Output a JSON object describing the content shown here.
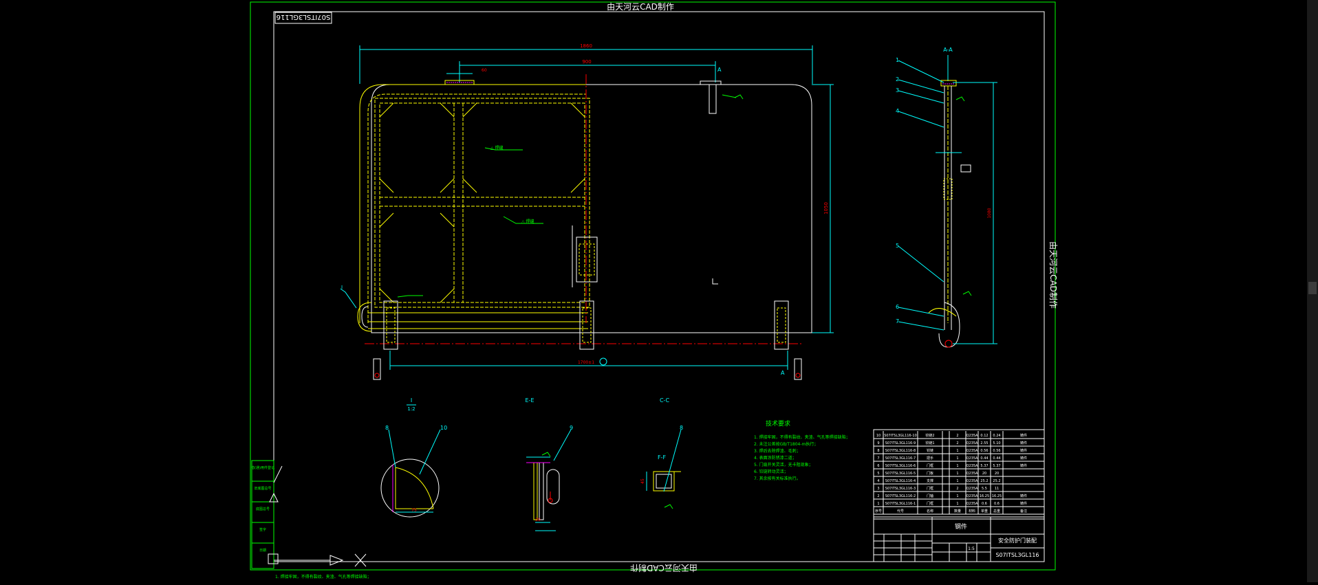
{
  "colors": {
    "background": "#000000",
    "border": "#00ff00",
    "outline": "#ffffff",
    "part": "#ffff00",
    "dimension": "#00ffff",
    "centerline": "#ff0000",
    "weld": "#ff00ff",
    "note": "#00ff00"
  },
  "watermark": {
    "top": "由天河云CAD制作",
    "bottom": "由天河云CAD制作",
    "right": "由天河云CAD制作"
  },
  "title_stamp": "S07ITSL3GL116",
  "views": {
    "main": {
      "label_a": "A",
      "label_b": "A"
    },
    "section_aa": {
      "label": "A-A",
      "balloons": [
        "1",
        "2",
        "3",
        "4",
        "5",
        "6",
        "7"
      ]
    },
    "detail_i": {
      "label": "I",
      "scale": "1:2",
      "balloons": [
        "8",
        "10"
      ]
    },
    "section_ee": {
      "label": "E-E",
      "balloons": [
        "9"
      ]
    },
    "section_cc": {
      "label": "C-C",
      "sub_label": "F-F",
      "balloons": [
        "8"
      ]
    }
  },
  "notes": {
    "title": "技术要求",
    "lines": [
      "1. 焊接牢固，不得有裂纹、夹渣、气孔等焊接缺陷；",
      "2. 未注公差按GB/T1804-m执行；",
      "3. 焊后去除焊渣、毛刺；",
      "4. 表面涂防锈漆二道；",
      "5. 门扇开关灵活，无卡阻现象；",
      "6. 铰链转动灵活；",
      "7. 其余按有关标准执行。"
    ]
  },
  "bom": {
    "rows": [
      [
        "10",
        "S07ITSL3GL116-10",
        "铰链2",
        "2",
        "Q235A",
        "0.12",
        "0.24",
        "铸件"
      ],
      [
        "9",
        "S07ITSL3GL116-9",
        "铰链1",
        "2",
        "Q235A",
        "2.55",
        "5.10",
        "铸件"
      ],
      [
        "8",
        "S07ITSL3GL116-8",
        "铰链",
        "1",
        "Q235A",
        "0.56",
        "0.56",
        "铸件"
      ],
      [
        "7",
        "S07ITSL3GL116-7",
        "把手",
        "1",
        "Q235A",
        "0.44",
        "0.44",
        "铸件"
      ],
      [
        "6",
        "S07ITSL3GL116-6",
        "门框",
        "1",
        "Q235A",
        "5.37",
        "5.37",
        "铸件"
      ],
      [
        "5",
        "S07ITSL3GL116-5",
        "门板",
        "1",
        "Q235A",
        "20",
        "20",
        ""
      ],
      [
        "4",
        "S07ITSL3GL116-4",
        "支撑",
        "1",
        "Q235A",
        "25.2",
        "25.2",
        ""
      ],
      [
        "3",
        "S07ITSL3GL116-3",
        "门框",
        "2",
        "Q235A",
        "5.5",
        "11",
        ""
      ],
      [
        "2",
        "S07ITSL3GL116-2",
        "门轴",
        "1",
        "Q235A",
        "16.25",
        "16.25",
        "铸件"
      ],
      [
        "1",
        "S07ITSL3GL116-1",
        "门框",
        "1",
        "Q235A",
        "0.6",
        "0.6",
        "铸件"
      ]
    ],
    "header": [
      "序号",
      "代号",
      "名称",
      "数量",
      "材料",
      "单重",
      "总重",
      "备注"
    ]
  },
  "title_block": {
    "material": "钢件",
    "drawing_name": "安全防护门装配",
    "drawing_number": "S07ITSL3GL116",
    "mass": "",
    "scale": "1:5"
  },
  "side_block": [
    "借(通)用件登记",
    "旧底图总号",
    "底图总号",
    "签字",
    "日期"
  ],
  "footer_note": "1. 焊接牢固，不得有裂纹、夹渣、气孔等焊接缺陷；"
}
